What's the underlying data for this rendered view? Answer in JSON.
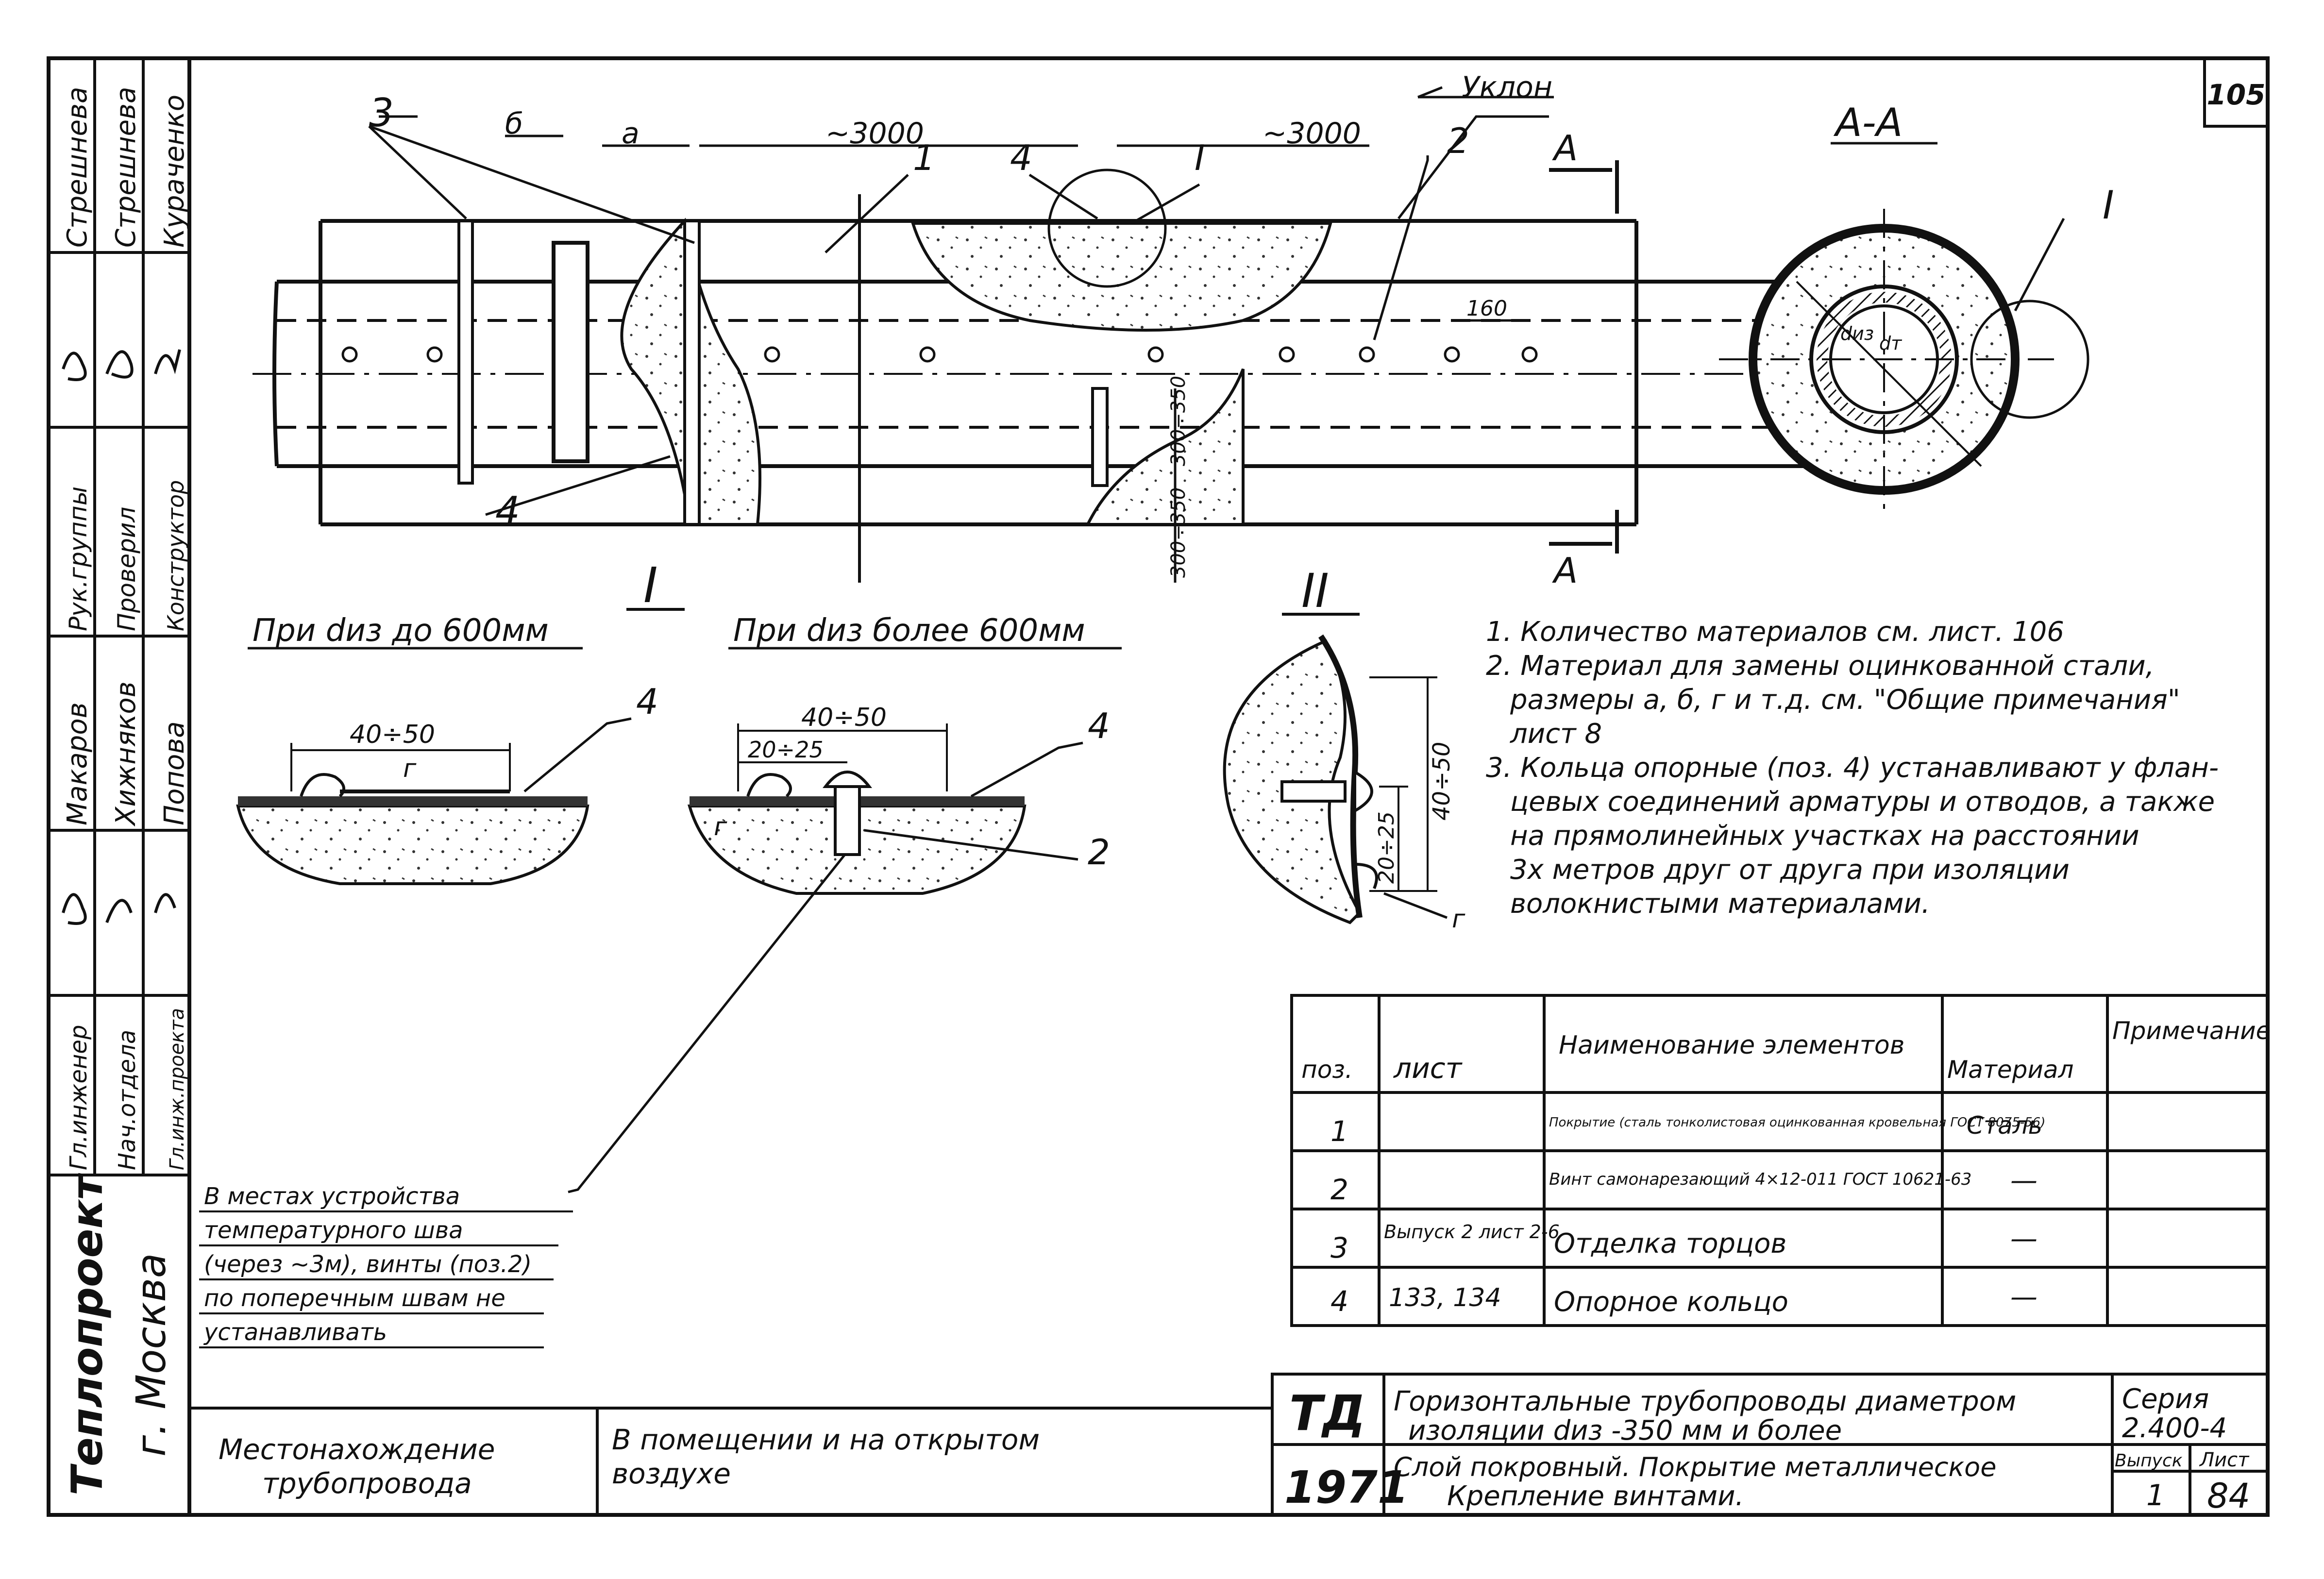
{
  "sheet_number": "105",
  "stamp_side": {
    "roles": [
      "Гл.инженер",
      "Нач.отдела",
      "Гл.инж.проекта",
      "Рук.группы",
      "Проверил",
      "Конструктор"
    ],
    "names": [
      "Макаров",
      "Хижняков",
      "Попова",
      "Стрешнева",
      "Стрешнева",
      "Кураченко"
    ],
    "org": "Теплопроект",
    "city": "г. Москва"
  },
  "main_view": {
    "callouts": [
      "3",
      "б",
      "а",
      "~3000",
      "1",
      "4",
      "I",
      "~3000",
      "Уклон",
      "2",
      "А",
      "А",
      "4",
      "160",
      "300÷350",
      "300÷350"
    ]
  },
  "section": {
    "title": "А-А",
    "callout": "I",
    "d_labels": [
      "dиз",
      "dт"
    ]
  },
  "detail_I": {
    "numeral": "I",
    "left_caption": "При dиз до 600мм",
    "left_dim": "40÷50",
    "left_labels": [
      "г",
      "4"
    ],
    "right_caption": "При dиз более 600мм",
    "right_dims": [
      "40÷50",
      "20÷25"
    ],
    "right_labels": [
      "г",
      "4",
      "2"
    ]
  },
  "detail_II": {
    "numeral": "II",
    "dims": [
      "40÷50",
      "20÷25"
    ],
    "label": "г"
  },
  "notes": [
    "1. Количество материалов см. лист. 106",
    "2. Материал для замены оцинкованной стали,",
    "размеры а, б, г и т.д. см. \"Общие примечания\"",
    "лист 8",
    "3. Кольца опорные (поз. 4) устанавливают у флан-",
    "цевых соединений арматуры и отводов, а также",
    "на прямолинейных участках на расстоянии",
    "3х метров друг от друга при изоляции",
    "волокнистыми материалами."
  ],
  "expansion_note": [
    "В местах устройства",
    "температурного шва",
    "(через ~3м), винты (поз.2)",
    "по поперечным швам не",
    "устанавливать"
  ],
  "spec_table": {
    "headers": [
      "поз.",
      "лист",
      "Наименование элементов",
      "Материал",
      "Примечание"
    ],
    "rows": [
      {
        "pos": "1",
        "sheet": "",
        "name": "Покрытие (сталь тонколистовая оцинкованная кровельная ГОСТ 8075-56)",
        "material": "Сталь",
        "note": ""
      },
      {
        "pos": "2",
        "sheet": "",
        "name": "Винт самонарезающий 4×12-011 ГОСТ 10621-63",
        "material": "—",
        "note": ""
      },
      {
        "pos": "3",
        "sheet": "Выпуск 2 лист 2-6",
        "name": "Отделка торцов",
        "material": "—",
        "note": ""
      },
      {
        "pos": "4",
        "sheet": "133, 134",
        "name": "Опорное кольцо",
        "material": "—",
        "note": ""
      }
    ]
  },
  "title_block": {
    "logo": "ТД",
    "year": "1971",
    "title_line1": "Горизонтальные трубопроводы диаметром",
    "title_line2": "изоляции dиз -350 мм и более",
    "subtitle_line1": "Слой покровный. Покрытие металлическое",
    "subtitle_line2": "Крепление винтами.",
    "series_label": "Серия",
    "series_value": "2.400-4",
    "issue_label": "Выпуск",
    "issue_value": "1",
    "sheet_label": "Лист",
    "sheet_value": "84"
  },
  "location_block": {
    "label_line1": "Местонахождение",
    "label_line2": "трубопровода",
    "value_line1": "В помещении и на открытом",
    "value_line2": "воздухе"
  }
}
